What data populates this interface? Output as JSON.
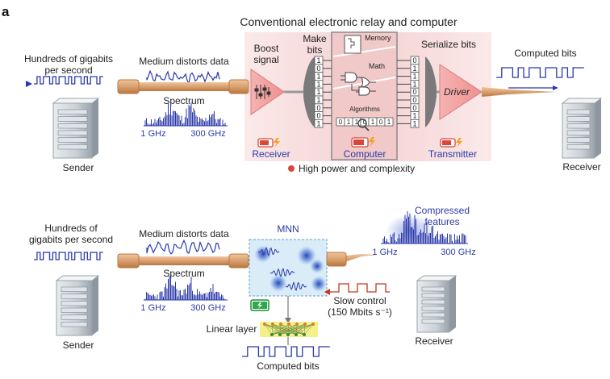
{
  "panel_label": "a",
  "top": {
    "title": "Conventional electronic relay and computer",
    "input_rate": [
      "Hundreds of gigabits",
      "per second"
    ],
    "medium": "Medium distorts data",
    "spectrum": "Spectrum",
    "freq_low": "1 GHz",
    "freq_high": "300 GHz",
    "sender": "Sender",
    "boost": [
      "Boost",
      "signal"
    ],
    "make_bits": [
      "Make",
      "bits"
    ],
    "memory": "Memory",
    "math": "Math",
    "algorithms": "Algorithms",
    "serialize": "Serialize bits",
    "driver": "Driver",
    "computed_bits": "Computed bits",
    "receiver_unit": "Receiver",
    "computer_unit": "Computer",
    "transmitter_unit": "Transmitter",
    "power_note": "High power and complexity",
    "receiver": "Receiver",
    "bits_in": [
      "1",
      "0",
      "1",
      "1",
      "1",
      "1",
      "0",
      "0",
      "1"
    ],
    "bits_out": [
      "0",
      "1",
      "1",
      "1",
      "0",
      "0",
      "0",
      "1",
      "1"
    ],
    "algo_bits": [
      "0",
      "1",
      "1",
      "0",
      "1",
      "0",
      "1"
    ]
  },
  "bottom": {
    "input_rate": [
      "Hundreds of",
      "gigabits per second"
    ],
    "medium": "Medium distorts data",
    "spectrum": "Spectrum",
    "freq_low": "1 GHz",
    "freq_high": "300 GHz",
    "sender": "Sender",
    "mnn": "MNN",
    "compressed": [
      "Compressed",
      "features"
    ],
    "out_freq_low": "1 GHz",
    "out_freq_high": "300 GHz",
    "slow_control": [
      "Slow control",
      "(150 Mbits s⁻¹)"
    ],
    "linear_layer": "Linear layer",
    "computed_bits": "Computed bits",
    "receiver": "Receiver"
  },
  "colors": {
    "signal_blue": "#2b3aa8",
    "fiber": "#d9a070",
    "fiber_dark": "#b8783f",
    "red": "#d9473a",
    "pink": "#f4a7a7",
    "panel_pink": "#f8dede",
    "mnn_bg": "#d9ecf8",
    "control_red": "#c0391b",
    "linear_yellow": "#f4f08a"
  }
}
